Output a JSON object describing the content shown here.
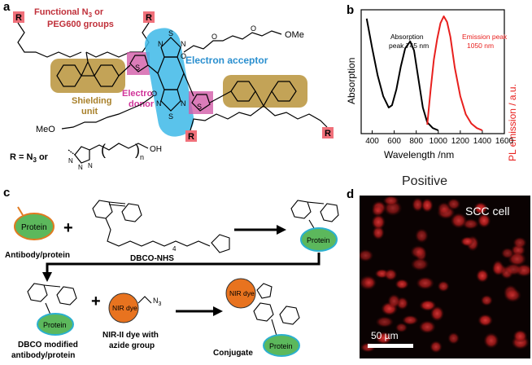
{
  "panel_a": {
    "letter": "a",
    "r_box": "R",
    "functional_line1": "Functional N",
    "functional_sub": "3",
    "functional_line1_end": " or",
    "functional_line2": "PEG600 groups",
    "ome": "OMe",
    "meo": "MeO",
    "electron_acceptor": "Electron acceptor",
    "electron_donor_1": "Electron",
    "electron_donor_2": "donor",
    "shielding_1": "Shielding",
    "shielding_2": "unit",
    "r_def": "R = N",
    "r_def_sub": "3",
    "r_def_or": " or",
    "oh": "OH",
    "n": "n",
    "s_atom": "S",
    "n_atom": "N",
    "o_atom": "O",
    "colors": {
      "shield": "#b8933a",
      "donor": "#d25ba8",
      "acceptor": "#3db8e8",
      "rbox": "#f0707a"
    }
  },
  "panel_b": {
    "letter": "b",
    "absorption_label": "Absorption peak 745 nm",
    "absorption_line1": "Absorption",
    "absorption_line2": "peak 745 nm",
    "emission_line1": "Emission peak",
    "emission_line2": "1050 nm",
    "ylabel_left": "Absorption",
    "ylabel_right": "PL emission / a.u.",
    "xlabel": "Wavelength /nm"
  },
  "chart_data": {
    "type": "line",
    "xlabel": "Wavelength /nm",
    "ylabel": "Absorption",
    "ylabel_right": "PL emission / a.u.",
    "xlim": [
      300,
      1600
    ],
    "xticks": [
      "400",
      "600",
      "800",
      "1000",
      "1200",
      "1400",
      "1600"
    ],
    "series": [
      {
        "name": "Absorption",
        "color": "#000000",
        "x": [
          350,
          400,
          450,
          500,
          550,
          580,
          620,
          660,
          700,
          745,
          780,
          820,
          860,
          900,
          950,
          1000
        ],
        "y": [
          0.98,
          0.72,
          0.48,
          0.3,
          0.2,
          0.22,
          0.36,
          0.56,
          0.72,
          0.78,
          0.7,
          0.45,
          0.2,
          0.07,
          0.02,
          0.0
        ]
      },
      {
        "name": "Emission",
        "color": "#e8201e",
        "x": [
          900,
          930,
          960,
          990,
          1020,
          1050,
          1080,
          1110,
          1150,
          1200,
          1250,
          1300,
          1350,
          1400
        ],
        "y": [
          0.05,
          0.35,
          0.62,
          0.8,
          0.94,
          1.0,
          0.95,
          0.82,
          0.55,
          0.3,
          0.14,
          0.06,
          0.02,
          0.0
        ]
      }
    ]
  },
  "panel_c": {
    "letter": "c",
    "protein": "Protein",
    "antibody_protein": "Antibody/protein",
    "dbco_nhs": "DBCO-NHS",
    "subscript_4": "4",
    "dbco_mod_1": "DBCO modified",
    "dbco_mod_2": "antibody/protein",
    "nir_dye": "NIR dye",
    "nir_desc_1": "NIR-II dye with",
    "nir_desc_2": "azide group",
    "n3": "N",
    "n3_sub": "3",
    "conjugate": "Conjugate",
    "plus": "+",
    "colors": {
      "protein": "#5cb85c",
      "protein_ring": "#2bb0d0",
      "protein_ring_first": "#e07a20",
      "nir": "#e8731f"
    }
  },
  "panel_d": {
    "letter": "d",
    "title": "Positive",
    "cell_label": "SCC cell",
    "scalebar": "50 µm"
  }
}
